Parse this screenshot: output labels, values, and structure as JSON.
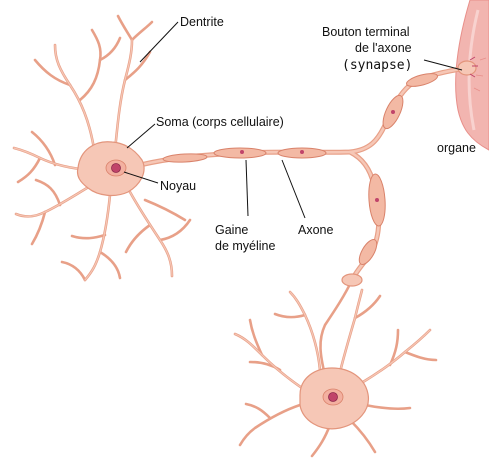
{
  "labels": {
    "dendrite": "Dentrite",
    "soma": "Soma (corps cellulaire)",
    "noyau": "Noyau",
    "gaine_line1": "Gaine",
    "gaine_line2": "de myéline",
    "axone": "Axone",
    "bouton_line1": "Bouton terminal",
    "bouton_line2": "de l'axone",
    "bouton_line3": "(synapse)",
    "organe": "organe"
  },
  "colors": {
    "cell_fill": "#f6c7b6",
    "cell_outline": "#e8a088",
    "nucleus": "#c0446a",
    "organ": "#f2b5b0"
  }
}
